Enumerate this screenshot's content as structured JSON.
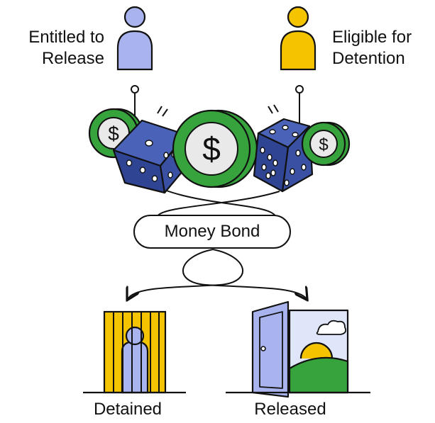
{
  "people": {
    "entitled": {
      "label_line1": "Entitled to",
      "label_line2": "Release",
      "color": "#a9b4ef"
    },
    "eligible": {
      "label_line1": "Eligible for",
      "label_line2": "Detention",
      "color": "#f5c400"
    }
  },
  "center": {
    "label": "Money Bond"
  },
  "outcomes": {
    "detained": {
      "label": "Detained"
    },
    "released": {
      "label": "Released"
    }
  },
  "coin": {
    "symbol": "$"
  },
  "colors": {
    "dice": "#3a51a3",
    "coin_green": "#37a33d",
    "coin_face": "#e9e9e9",
    "bars": "#f5c400",
    "door": "#a9b4ef",
    "sky": "#dfe6fa",
    "sun": "#f5c400",
    "grass": "#37a33d",
    "outline": "#111111"
  }
}
